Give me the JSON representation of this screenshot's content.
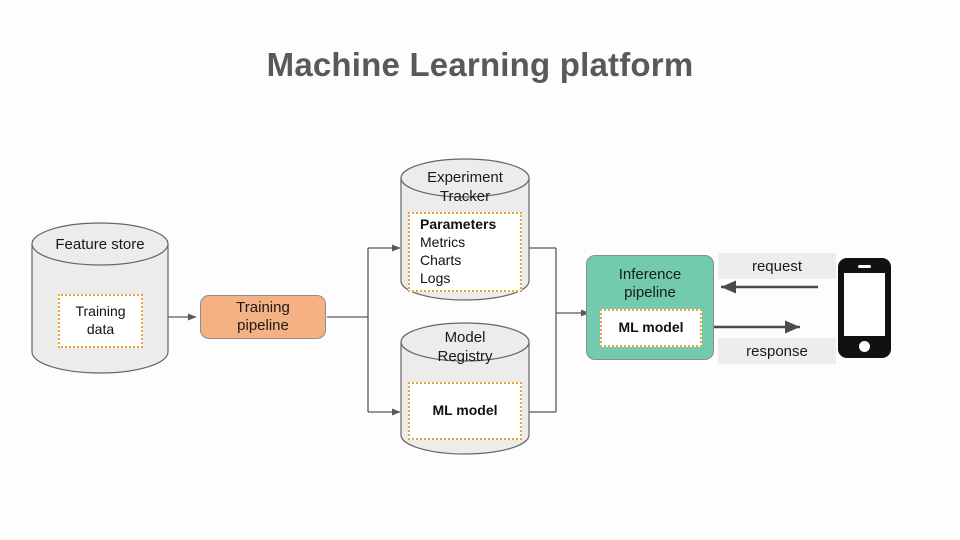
{
  "page": {
    "title": "Machine Learning platform",
    "background_color": "#fdfdfd",
    "title_color": "#595959"
  },
  "colors": {
    "cylinder_fill": "#ececec",
    "cylinder_stroke": "#666666",
    "training_pipeline_fill": "#f5b183",
    "inference_pipeline_fill": "#72cbaf",
    "dotted_border": "#e8a33d",
    "label_background": "#ededed",
    "connector_stroke": "#595959",
    "phone_body": "#111111"
  },
  "nodes": {
    "feature_store": {
      "label": "Feature store",
      "inner": {
        "lines": [
          "Training",
          "data"
        ],
        "bold": false
      }
    },
    "training_pipeline": {
      "lines": [
        "Training",
        "pipeline"
      ]
    },
    "experiment_tracker": {
      "label_lines": [
        "Experiment",
        "Tracker"
      ],
      "inner": {
        "items": [
          {
            "text": "Parameters",
            "bold": true
          },
          {
            "text": "Metrics",
            "bold": false
          },
          {
            "text": "Charts",
            "bold": false
          },
          {
            "text": "Logs",
            "bold": false
          }
        ]
      }
    },
    "model_registry": {
      "label_lines": [
        "Model",
        "Registry"
      ],
      "inner": {
        "text": "ML model",
        "bold": true
      }
    },
    "inference_pipeline": {
      "lines": [
        "Inference",
        "pipeline"
      ],
      "inner": {
        "text": "ML model",
        "bold": true
      }
    },
    "client_device": {
      "icon": "smartphone-icon"
    }
  },
  "channels": {
    "request": "request",
    "response": "response"
  },
  "icons": {
    "arrow": "arrow-icon",
    "cylinder": "database-cylinder-icon",
    "phone": "smartphone-icon"
  }
}
